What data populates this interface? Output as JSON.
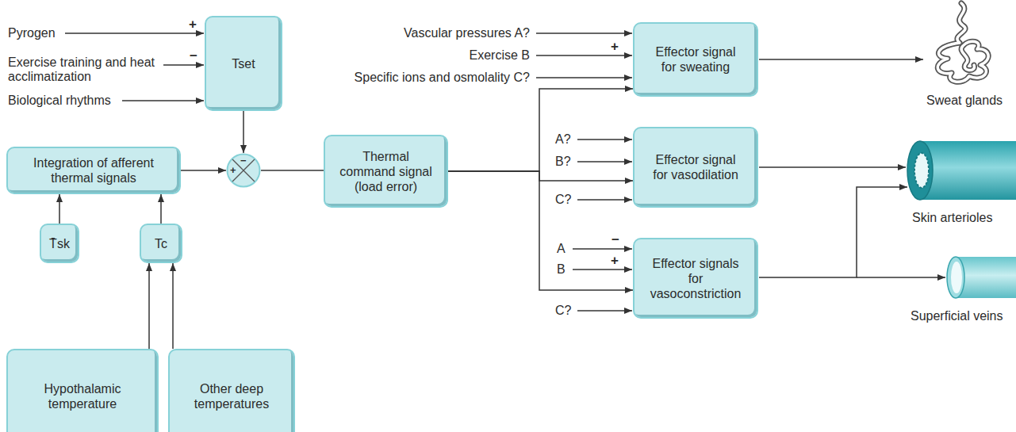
{
  "diagram": {
    "nodes": [
      {
        "text": [
          "Tset"
        ]
      },
      {
        "text": [
          "Integration of afferent thermal signals"
        ]
      },
      {
        "text": [
          "+",
          "−"
        ]
      },
      {
        "text": [
          "Thermal command signal (load error)"
        ]
      },
      {
        "text": [
          "Effector signal for sweating"
        ]
      },
      {
        "text": [
          "Effector signal for vasodilation"
        ]
      },
      {
        "text": [
          "Effector signals for vasoconstriction"
        ]
      },
      {
        "text": [
          "T̄sk"
        ]
      },
      {
        "text": [
          "Tc"
        ]
      },
      {
        "text": [
          "Hypothalamic temperature"
        ]
      },
      {
        "text": [
          "Other deep temperatures"
        ]
      }
    ],
    "edges": [
      {
        "from": 0,
        "to": 2,
        "arrow": "to"
      },
      {
        "from": 1,
        "to": 2,
        "arrow": "to"
      },
      {
        "from": 2,
        "to": 3,
        "arrow": "none"
      },
      {
        "from": 3,
        "to": 4,
        "arrow": "to"
      },
      {
        "from": 3,
        "to": 5,
        "arrow": "to"
      },
      {
        "from": 3,
        "to": 6,
        "arrow": "to"
      },
      {
        "from": 7,
        "to": 1,
        "arrow": "to"
      },
      {
        "from": 8,
        "to": 1,
        "arrow": "to"
      },
      {
        "from": 9,
        "to": 8,
        "arrow": "to"
      },
      {
        "from": 10,
        "to": 8,
        "arrow": "to"
      }
    ],
    "labels": [
      "Pyrogen",
      "+",
      "Exercise training and heat acclimatization",
      "−",
      "Biological rhythms",
      "Vascular pressures A?",
      "Exercise B",
      "+",
      "Specific ions and osmolality C?",
      "A?",
      "B?",
      "C?",
      "A",
      "−",
      "B",
      "+",
      "C?",
      "Sweat glands",
      "Skin arterioles",
      "Superficial veins"
    ]
  }
}
